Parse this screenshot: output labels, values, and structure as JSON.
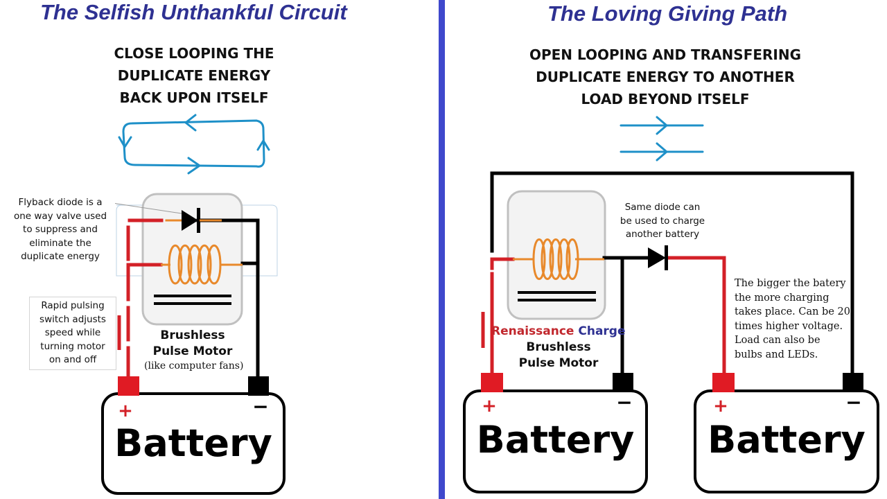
{
  "left": {
    "title": "The Selfish Unthankful Circuit",
    "headline": [
      "CLOSE LOOPING THE",
      "DUPLICATE ENERGY",
      "BACK UPON ITSELF"
    ],
    "diode_note": [
      "Flyback diode is a",
      "one way valve used",
      "to suppress and",
      "eliminate the",
      "duplicate energy"
    ],
    "switch_note": [
      "Rapid pulsing",
      "switch adjusts",
      "speed while",
      "turning motor",
      "on and off"
    ],
    "motor_label": [
      "Brushless",
      "Pulse Motor"
    ],
    "motor_sub": "(like computer fans)",
    "battery": {
      "label": "Battery",
      "plus": "+",
      "minus": "−"
    }
  },
  "right": {
    "title": "The Loving Giving Path",
    "headline": [
      "OPEN LOOPING AND TRANSFERING",
      "DUPLICATE ENERGY TO ANOTHER",
      "LOAD BEYOND ITSELF"
    ],
    "diode_note": [
      "Same diode can",
      "be used to charge",
      "another battery"
    ],
    "load_note": [
      "The bigger the batery",
      "the more charging",
      "takes place. Can be 20",
      "times higher voltage.",
      "Load can also be",
      "bulbs and LEDs."
    ],
    "brand": {
      "word1": "Renaissance",
      "word2": "Charge"
    },
    "motor_label": [
      "Brushless",
      "Pulse Motor"
    ],
    "battery1": {
      "label": "Battery",
      "plus": "+",
      "minus": "−"
    },
    "battery2": {
      "label": "Battery",
      "plus": "+",
      "minus": "−"
    }
  },
  "colors": {
    "title": "#2e3192",
    "divider": "#3f48cc",
    "arrow": "#1e90c8",
    "wire_pos": "#d32027",
    "wire_neg": "#000000",
    "coil": "#e8892b",
    "motor_fill": "#f3f3f3",
    "motor_border": "#c0c0c0",
    "brand_word1": "#c1272d",
    "brand_word2": "#2e3192"
  }
}
